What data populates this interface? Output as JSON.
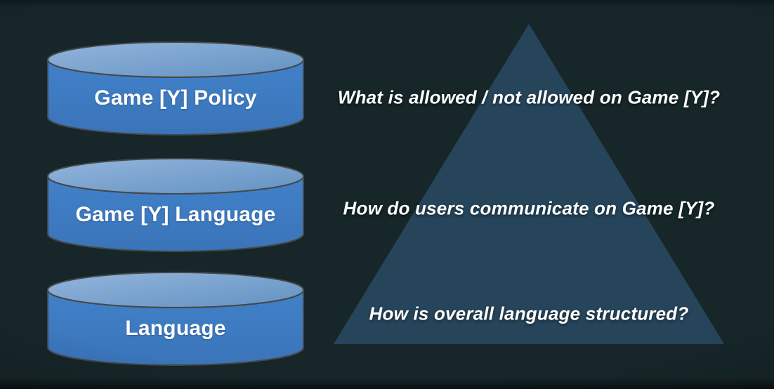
{
  "slide": {
    "cylinders": [
      {
        "label": "Game [Y] Policy"
      },
      {
        "label": "Game [Y] Language"
      },
      {
        "label": "Language"
      }
    ],
    "questions": [
      "What is allowed / not allowed on Game [Y]?",
      "How do users communicate on Game [Y]?",
      "How is overall language structured?"
    ]
  },
  "icons": {
    "cylinder": "database-cylinder-icon",
    "triangle": "pyramid-triangle-icon"
  },
  "colors": {
    "bg": "#162629",
    "triangle": "#26455a",
    "cyl-body-top": "#4181c9",
    "cyl-body-bottom": "#3a74b9",
    "cyl-top-light": "#93b5dc",
    "cyl-top-dark": "#6392c2",
    "cyl-stroke": "#46484a",
    "text": "#ffffff"
  }
}
